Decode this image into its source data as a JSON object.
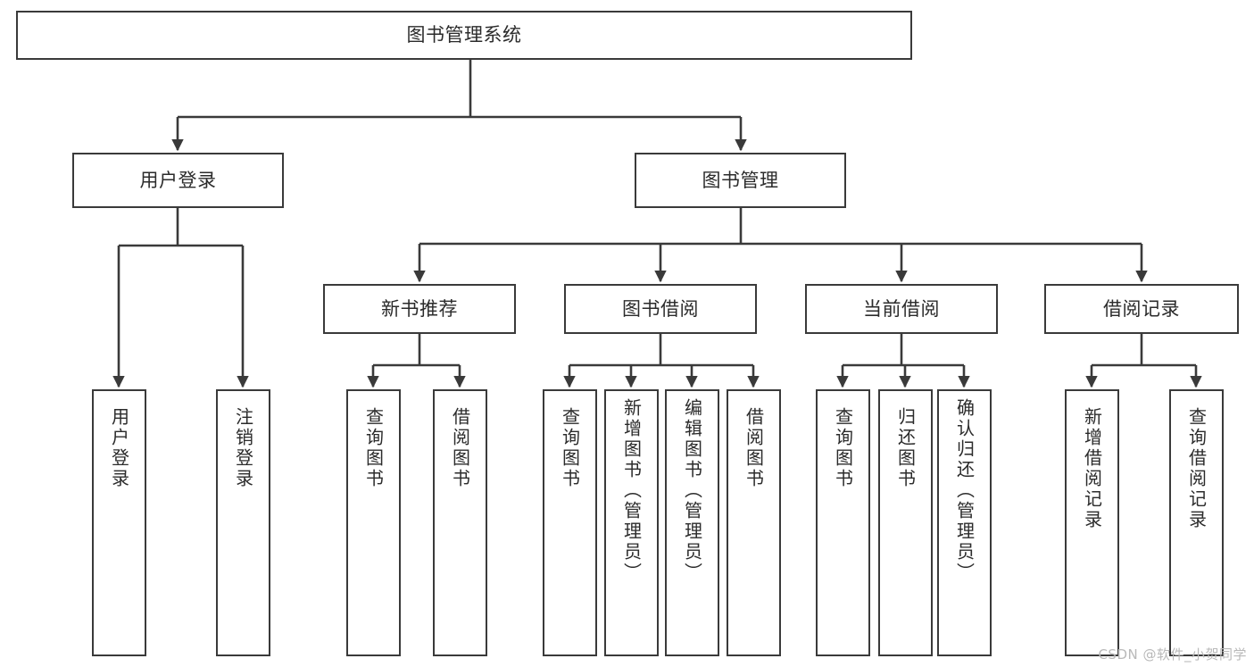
{
  "diagram": {
    "type": "tree",
    "title": "图书管理系统",
    "colors": {
      "box_border": "#3a3a3a",
      "box_fill": "#ffffff",
      "edge": "#3a3a3a",
      "text": "#2b2b2b",
      "watermark": "#b9b9b9",
      "background": "#ffffff"
    },
    "nodes": {
      "root": {
        "label": "图书管理系统"
      },
      "level2": [
        {
          "label": "用户登录"
        },
        {
          "label": "图书管理"
        }
      ],
      "level3": [
        {
          "label": "新书推荐"
        },
        {
          "label": "图书借阅"
        },
        {
          "label": "当前借阅"
        },
        {
          "label": "借阅记录"
        }
      ],
      "leaves": {
        "user_login": [
          {
            "label": "用户登录"
          },
          {
            "label": "注销登录"
          }
        ],
        "new_book": [
          {
            "label": "查询图书"
          },
          {
            "label": "借阅图书"
          }
        ],
        "borrow": [
          {
            "label": "查询图书"
          },
          {
            "label": "新增图书（管理员）"
          },
          {
            "label": "编辑图书（管理员）"
          },
          {
            "label": "借阅图书"
          }
        ],
        "current": [
          {
            "label": "查询图书"
          },
          {
            "label": "归还图书"
          },
          {
            "label": "确认归还（管理员）"
          }
        ],
        "records": [
          {
            "label": "新增借阅记录"
          },
          {
            "label": "查询借阅记录"
          }
        ]
      }
    },
    "watermark": "CSDN @软件_小贺同学"
  }
}
